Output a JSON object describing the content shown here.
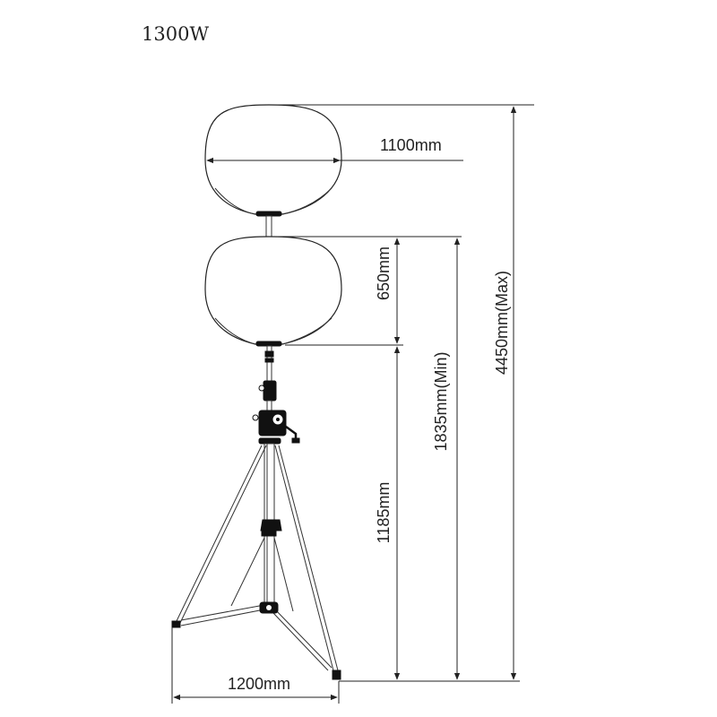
{
  "title": "1300W",
  "dimensions": {
    "balloon_diameter": "1100mm",
    "balloon_height": "650mm",
    "stand_height": "1185mm",
    "min_height": "1835mm(Min)",
    "max_height": "4450mm(Max)",
    "base_width": "1200mm"
  }
}
